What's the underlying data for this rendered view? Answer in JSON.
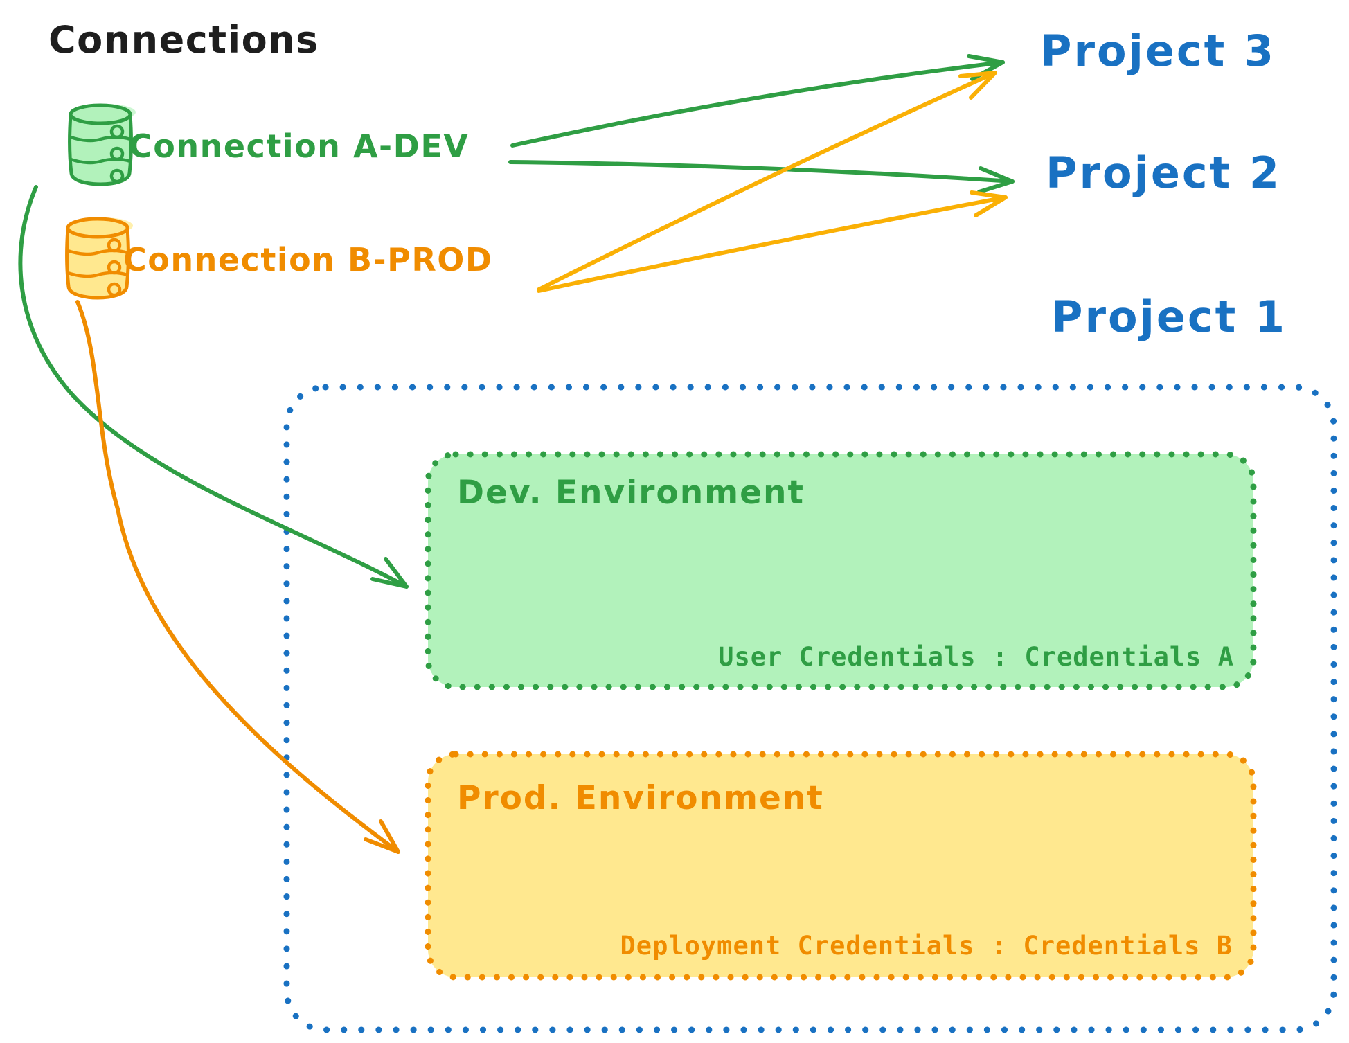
{
  "diagram": {
    "title": "Connections",
    "connections": [
      {
        "id": "a-dev",
        "label": "Connection A-DEV",
        "color": "#2f9e44",
        "icon": "database-icon"
      },
      {
        "id": "b-prod",
        "label": "Connection B-PROD",
        "color": "#f08c00",
        "icon": "database-icon"
      }
    ],
    "projects": [
      {
        "label": "Project 3"
      },
      {
        "label": "Project 2"
      },
      {
        "label": "Project 1"
      }
    ],
    "edges": [
      {
        "from": "Connection A-DEV",
        "to": "Project 3",
        "color": "#2f9e44"
      },
      {
        "from": "Connection A-DEV",
        "to": "Project 2",
        "color": "#2f9e44"
      },
      {
        "from": "Connection B-PROD",
        "to": "Project 3",
        "color": "#fab005"
      },
      {
        "from": "Connection B-PROD",
        "to": "Project 2",
        "color": "#fab005"
      },
      {
        "from": "Connection A-DEV",
        "to": "Project 1 / Dev. Environment",
        "color": "#2f9e44"
      },
      {
        "from": "Connection B-PROD",
        "to": "Project 1 / Prod. Environment",
        "color": "#f08c00"
      }
    ],
    "project1_detail": {
      "dev_environment": {
        "title": "Dev. Environment",
        "credentials_label": "User Credentials : Credentials A"
      },
      "prod_environment": {
        "title": "Prod. Environment",
        "credentials_label": "Deployment Credentials : Credentials B"
      }
    },
    "colors": {
      "green": "#2f9e44",
      "green_fill": "#b2f2bb",
      "orange": "#f08c00",
      "orange_fill": "#ffe88f",
      "yellow_arrow": "#fab005",
      "blue": "#1971c2",
      "ink": "#1e1e1e"
    }
  }
}
